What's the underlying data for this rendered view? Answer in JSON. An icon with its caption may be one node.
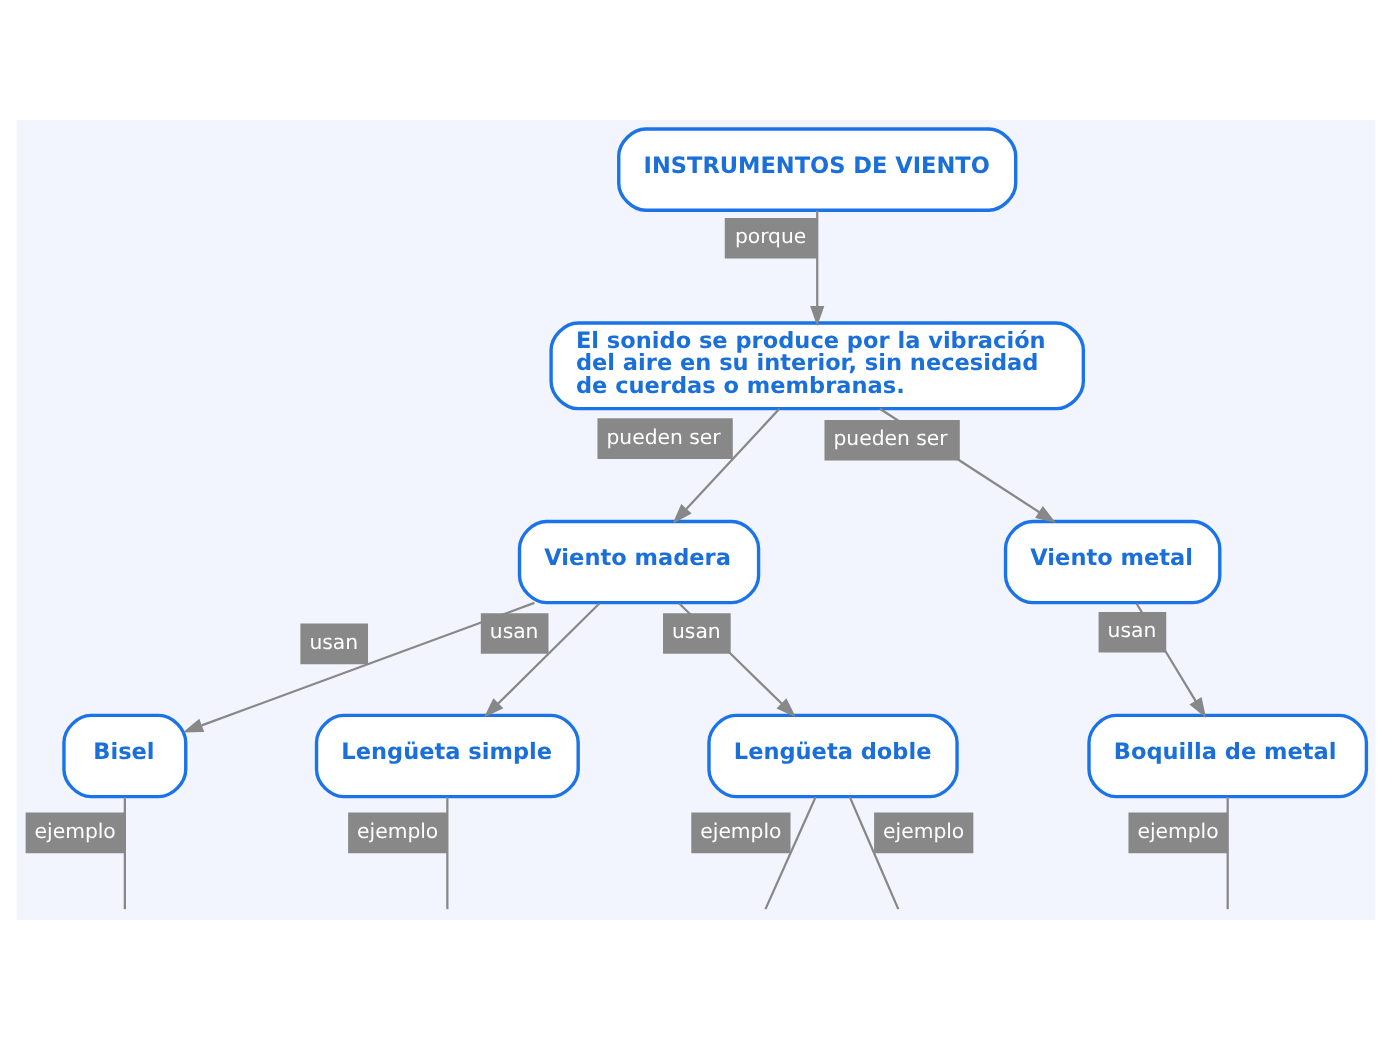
{
  "diagram": {
    "nodes": [
      {
        "text": [
          "INSTRUMENTOS DE VIENTO"
        ]
      },
      {
        "text": [
          "El sonido se produce por la vibración del aire en su interior, sin necesidad de cuerdas o membranas."
        ]
      },
      {
        "text": [
          "Viento madera"
        ]
      },
      {
        "text": [
          "Viento metal"
        ]
      },
      {
        "text": [
          "Bisel"
        ]
      },
      {
        "text": [
          "Lengüeta simple"
        ]
      },
      {
        "text": [
          "Lengüeta doble"
        ]
      },
      {
        "text": [
          "Boquilla de metal"
        ]
      }
    ],
    "edges": [
      {
        "from": 0,
        "to": 1,
        "arrow": "to",
        "label": "porque"
      },
      {
        "from": 1,
        "to": 2,
        "arrow": "to",
        "label": "pueden ser"
      },
      {
        "from": 1,
        "to": 3,
        "arrow": "to",
        "label": "pueden ser"
      },
      {
        "from": 2,
        "to": 4,
        "arrow": "to",
        "label": "usan"
      },
      {
        "from": 2,
        "to": 5,
        "arrow": "to",
        "label": "usan"
      },
      {
        "from": 2,
        "to": 6,
        "arrow": "to",
        "label": "usan"
      },
      {
        "from": 3,
        "to": 7,
        "arrow": "to",
        "label": "usan"
      },
      {
        "from": 4,
        "to": null,
        "arrow": "none",
        "label": "ejemplo"
      },
      {
        "from": 5,
        "to": null,
        "arrow": "none",
        "label": "ejemplo"
      },
      {
        "from": 6,
        "to": null,
        "arrow": "none",
        "label": "ejemplo"
      },
      {
        "from": 6,
        "to": null,
        "arrow": "none",
        "label": "ejemplo"
      },
      {
        "from": 7,
        "to": null,
        "arrow": "none",
        "label": "ejemplo"
      }
    ]
  }
}
